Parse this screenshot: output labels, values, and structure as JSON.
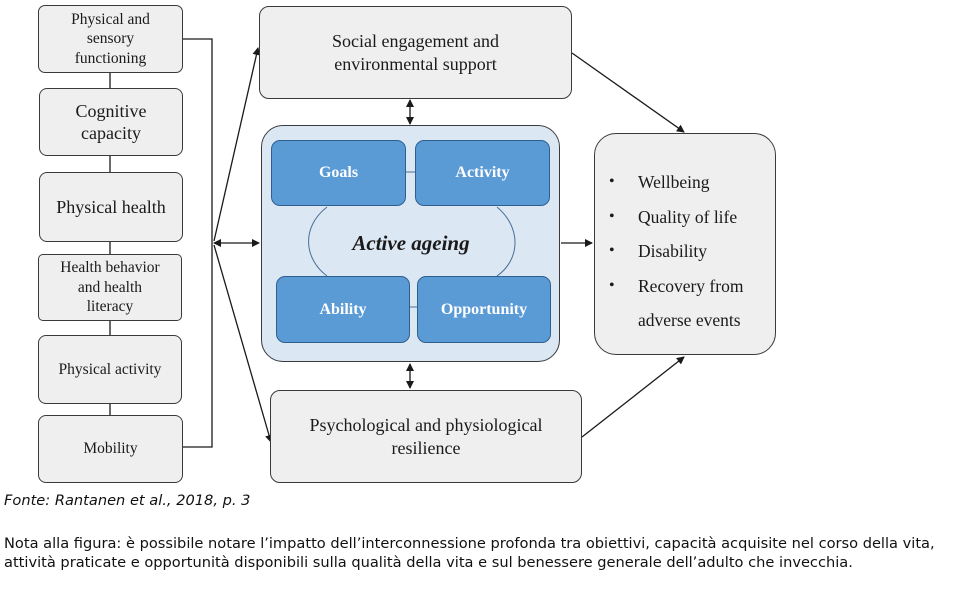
{
  "left_factors": [
    "Physical and\nsensory\nfunctioning",
    "Cognitive\ncapacity",
    "Physical health",
    "Health behavior\nand  health\nliteracy",
    "Physical activity",
    "Mobility"
  ],
  "top_box": "Social engagement and\nenvironmental support",
  "bottom_box": "Psychological and physiological\nresilience",
  "center": {
    "title": "Active ageing",
    "goals": "Goals",
    "activity": "Activity",
    "ability": "Ability",
    "opportunity": "Opportunity"
  },
  "outcomes": {
    "bullet": "•",
    "items": [
      "Wellbeing",
      "Quality of life",
      "Disability",
      "Recovery from"
    ],
    "continuation": "adverse events"
  },
  "source": "Fonte: Rantanen et al., 2018, p. 3",
  "note": "Nota alla figura: è possibile notare l’impatto dell’interconnessione profonda tra obiettivi, capacità acquisite nel corso della vita, attività praticate e opportunità disponibili sulla qualità della vita e sul benessere generale dell’adulto che invecchia."
}
